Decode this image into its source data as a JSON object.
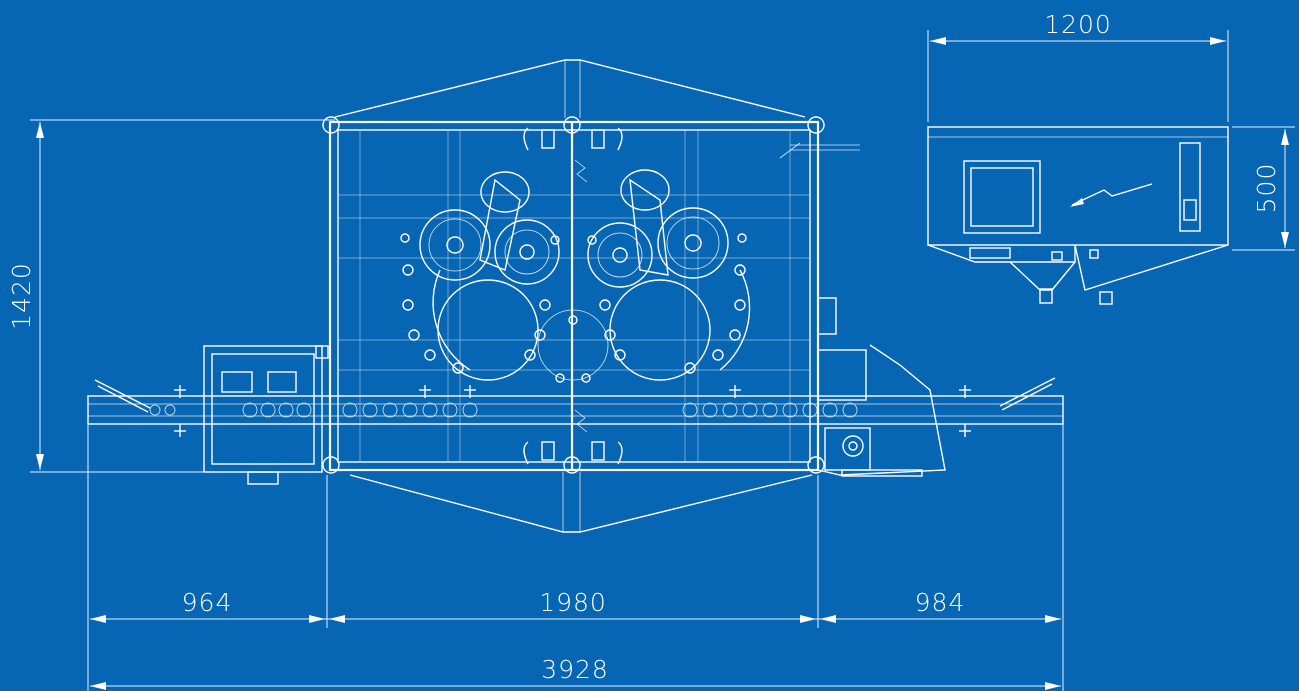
{
  "drawing": {
    "dimensions": {
      "top_width": "1200",
      "side_depth": "500",
      "height": "1420",
      "left_section": "964",
      "middle_section": "1980",
      "right_section": "984",
      "total_length": "3928"
    },
    "colors": {
      "background": "#0766b3",
      "lines": "#ffffff"
    }
  }
}
